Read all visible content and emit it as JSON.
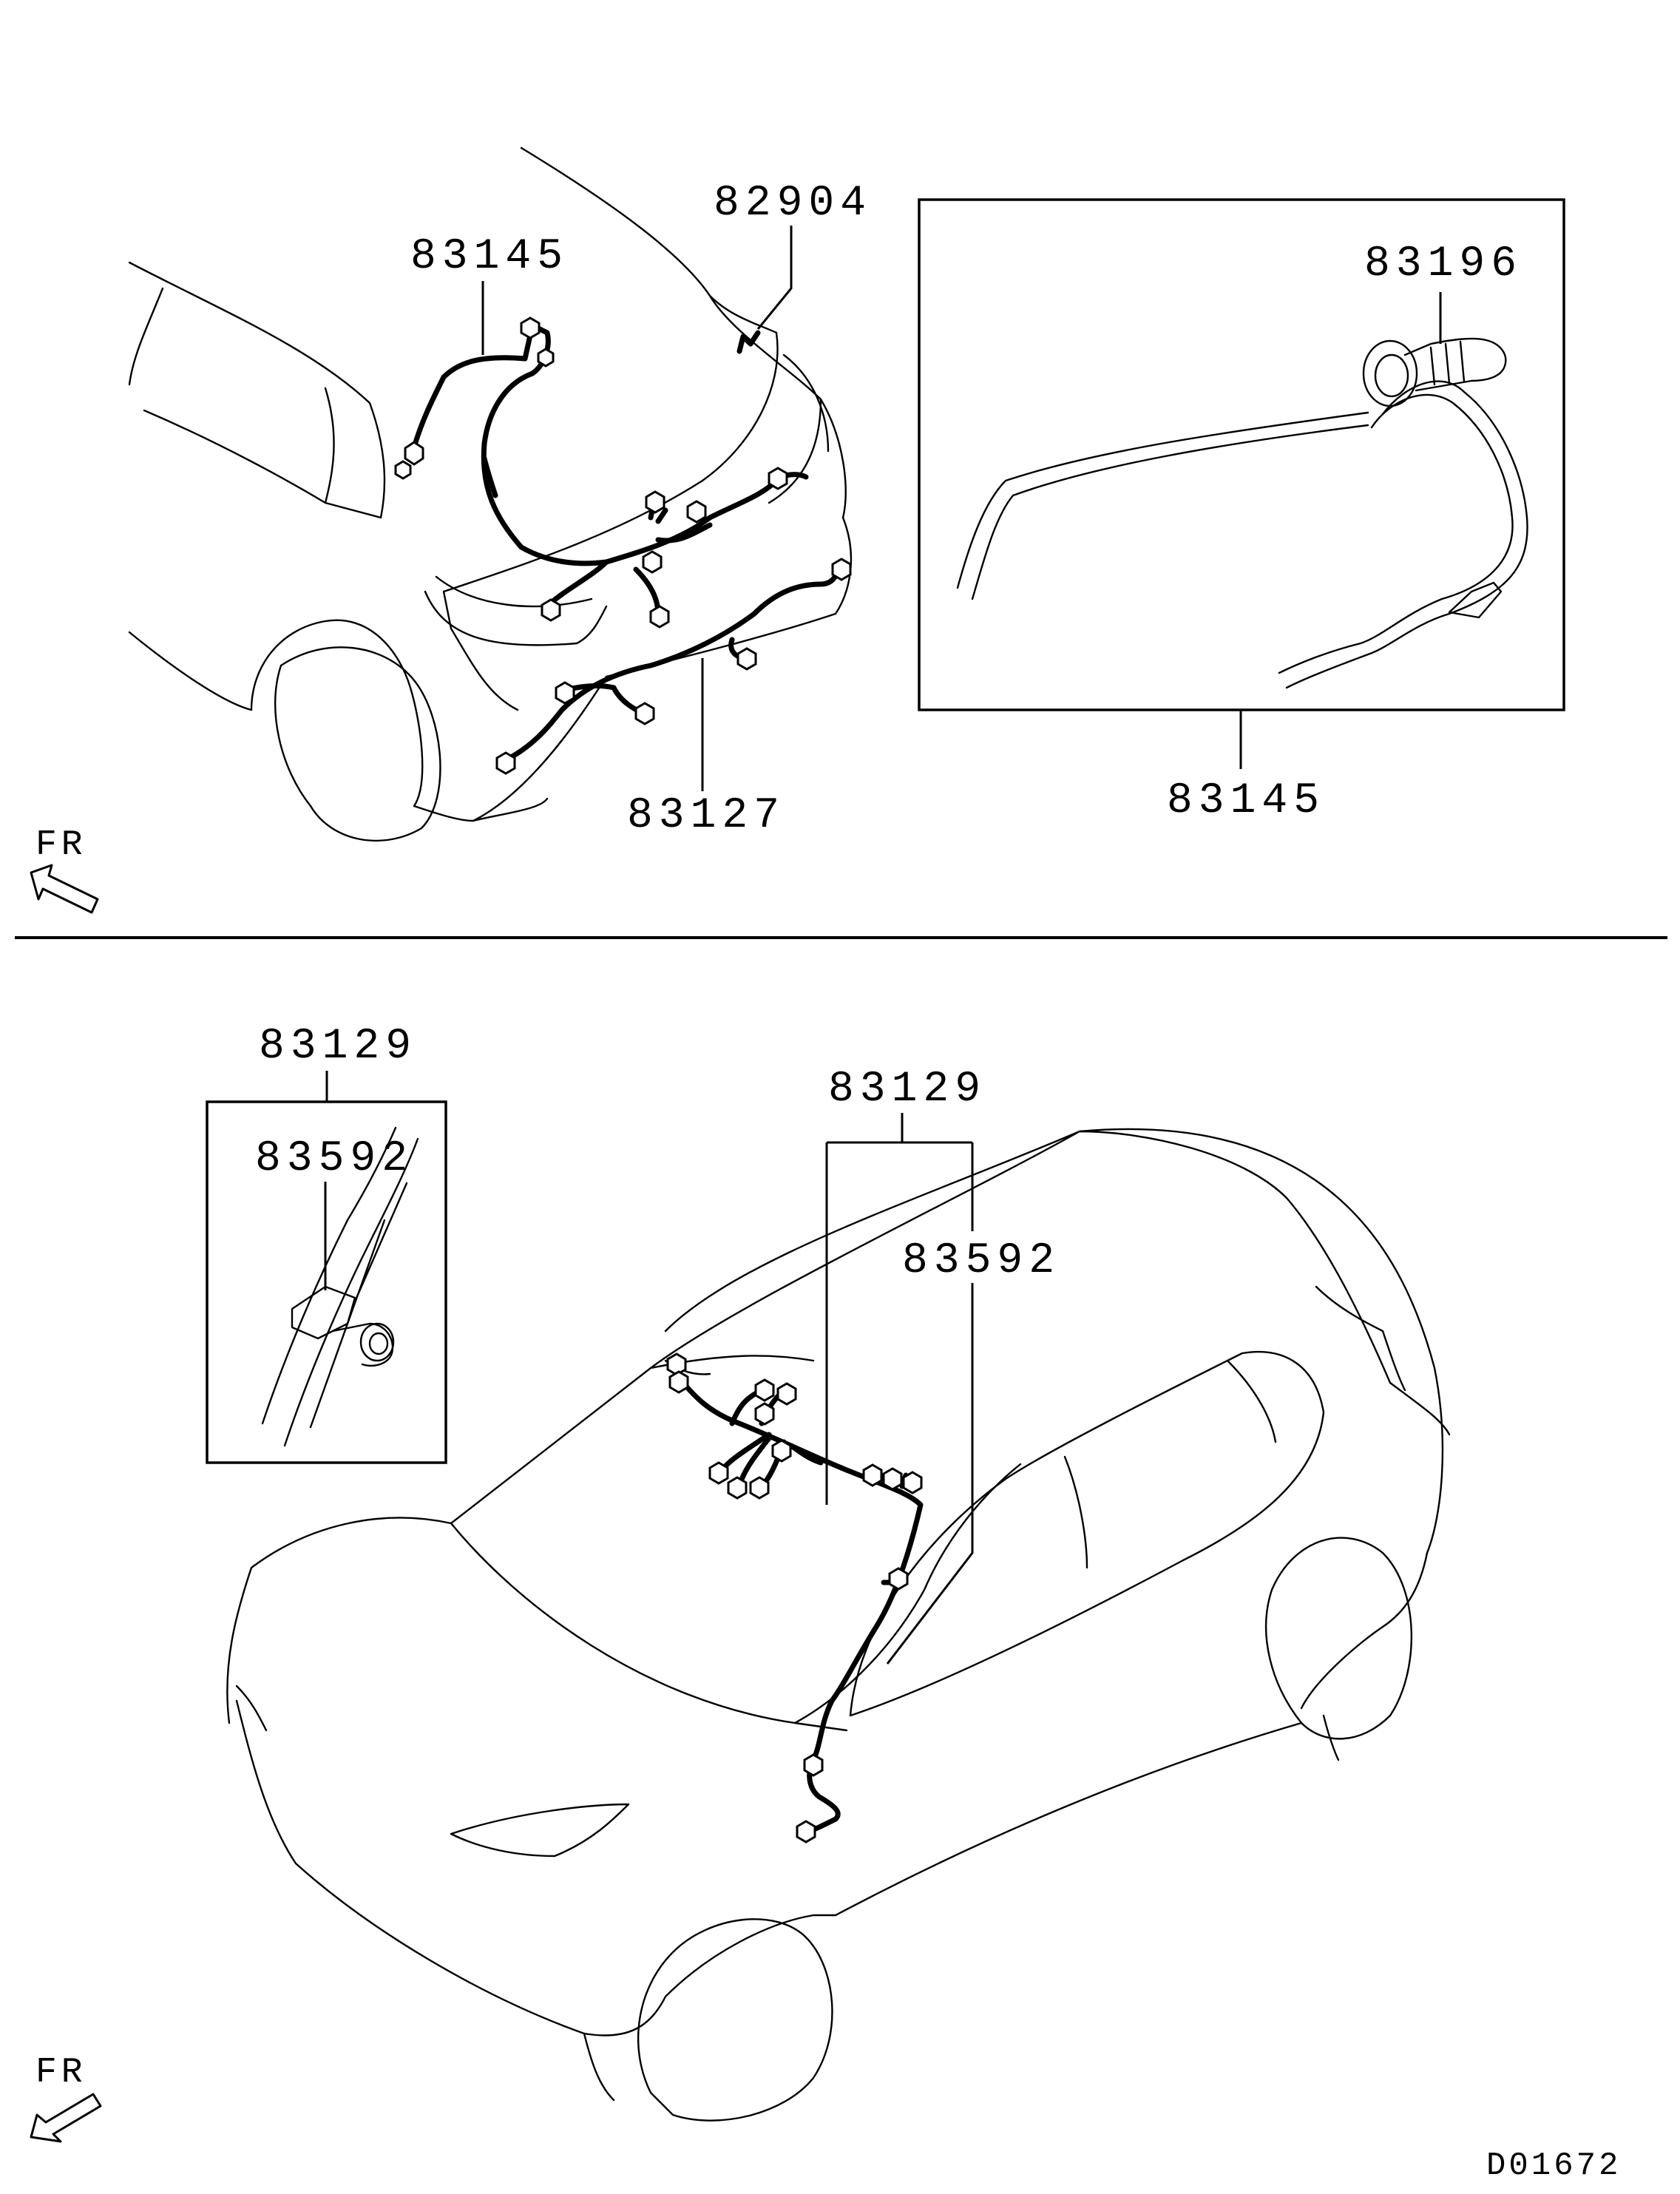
{
  "top_view": {
    "labels": {
      "harness_upper": "83145",
      "harness_top": "82904",
      "harness_lower": "83127"
    },
    "orientation": "FR"
  },
  "detail_view_top": {
    "labels": {
      "grommet": "83196",
      "harness": "83145"
    }
  },
  "bottom_view": {
    "labels": {
      "harness_main": "83129",
      "clip": "83592"
    },
    "orientation": "FR"
  },
  "detail_view_bottom": {
    "labels": {
      "harness": "83129",
      "clip": "83592"
    }
  },
  "drawing_code": "D01672"
}
